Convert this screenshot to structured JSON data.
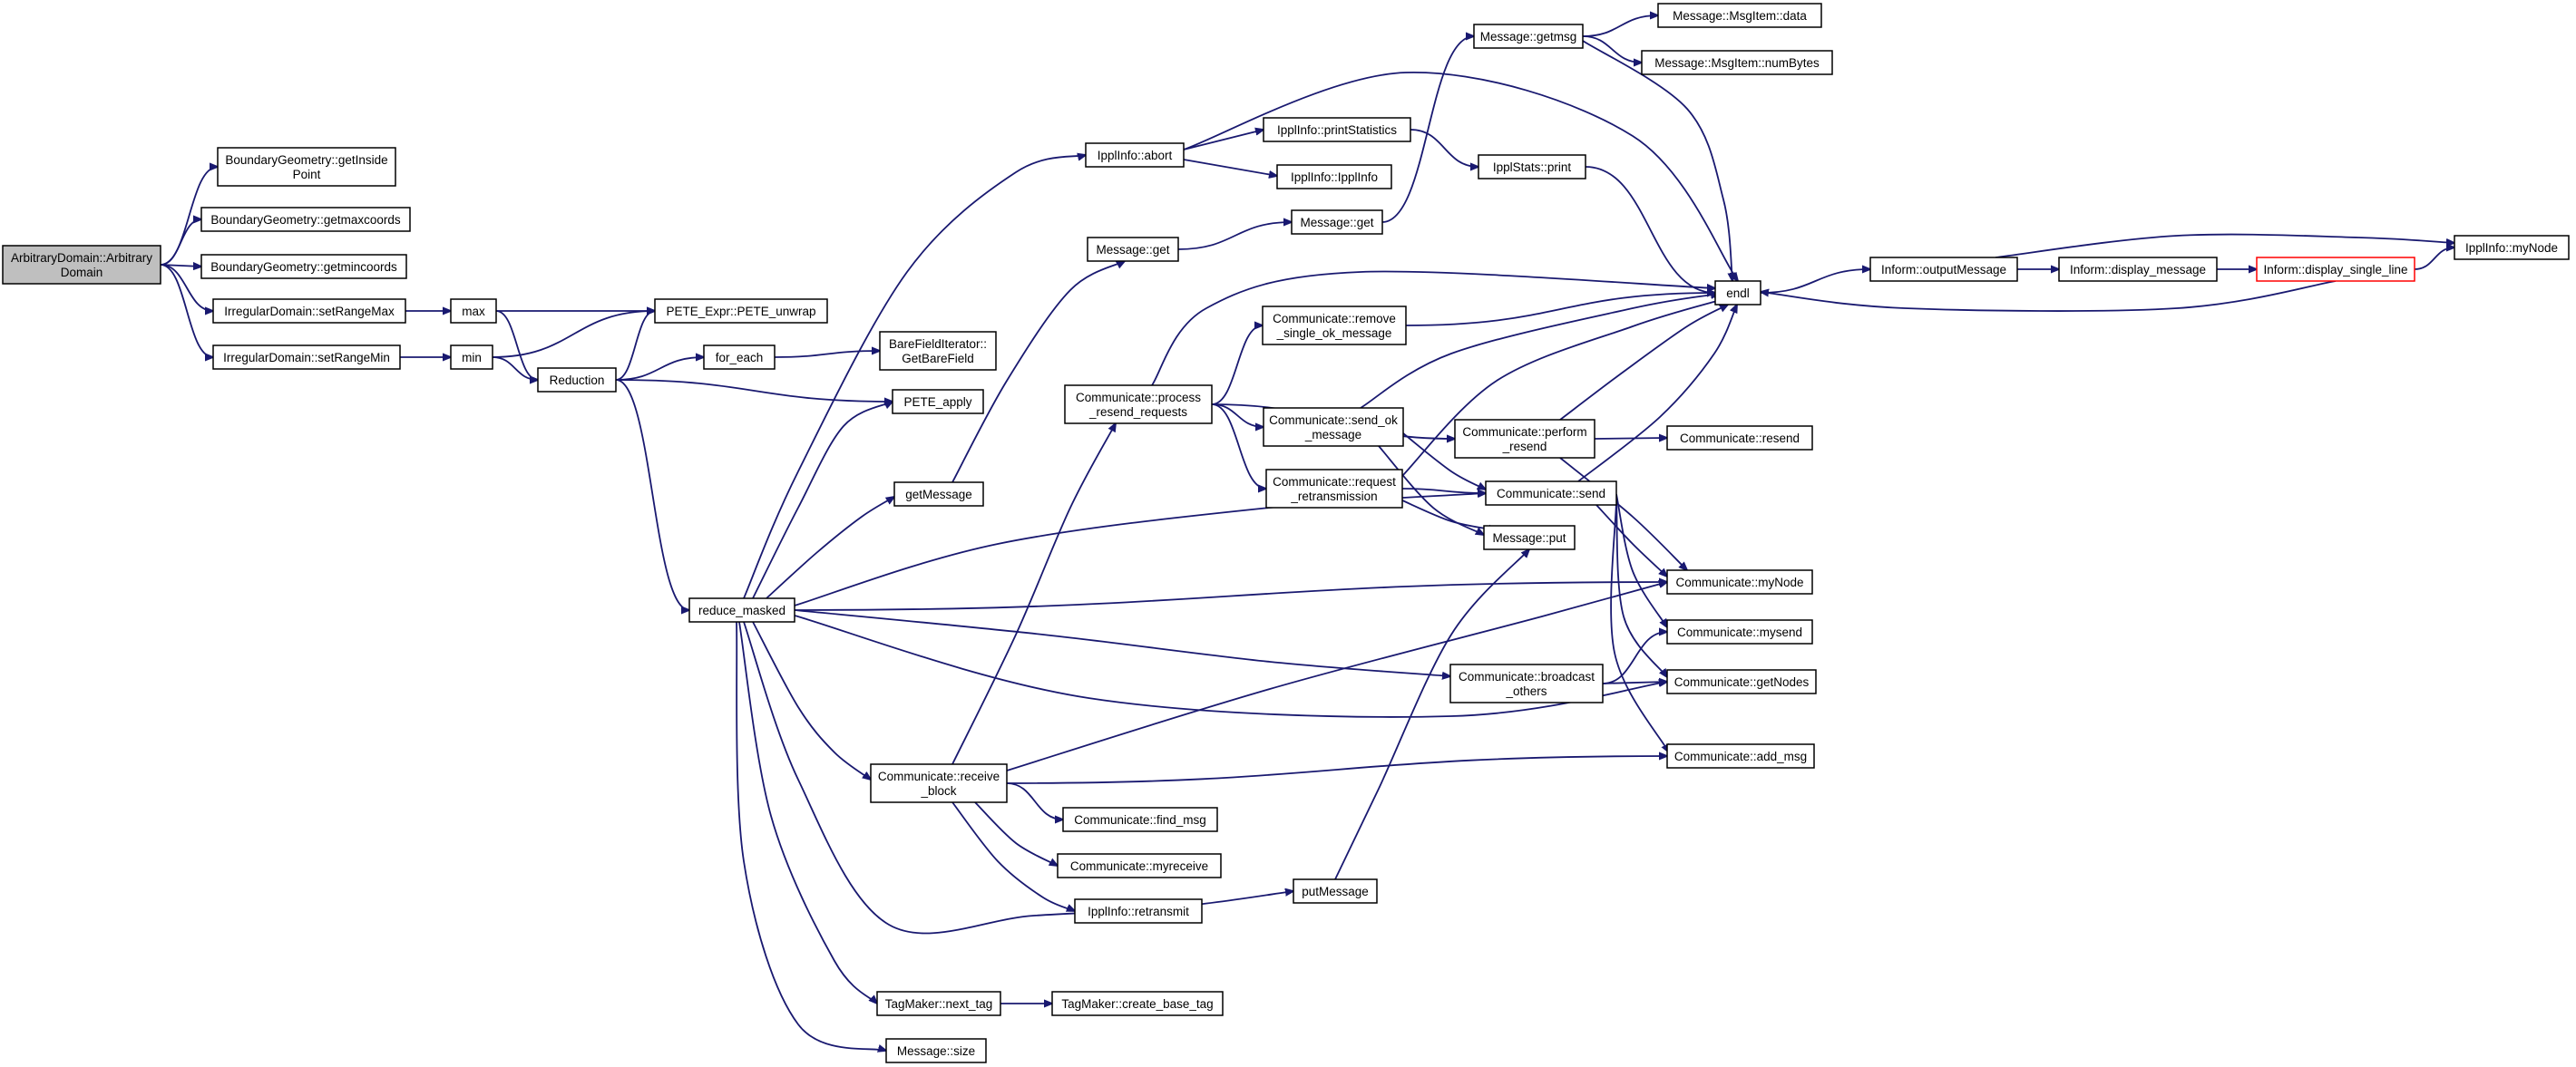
{
  "diagram": {
    "type": "call-graph",
    "edge_color": "#191970",
    "highlight_border_color": "#ff0000",
    "root_fill": "#bfbfbf",
    "nodes": [
      {
        "id": "arbitrary",
        "lines": [
          "ArbitraryDomain::Arbitrary",
          "Domain"
        ],
        "style": "root"
      },
      {
        "id": "getInsidePoint",
        "lines": [
          "BoundaryGeometry::getInside",
          "Point"
        ]
      },
      {
        "id": "getmaxcoords",
        "lines": [
          "BoundaryGeometry::getmaxcoords"
        ]
      },
      {
        "id": "getmincoords",
        "lines": [
          "BoundaryGeometry::getmincoords"
        ]
      },
      {
        "id": "setRangeMax",
        "lines": [
          "IrregularDomain::setRangeMax"
        ]
      },
      {
        "id": "setRangeMin",
        "lines": [
          "IrregularDomain::setRangeMin"
        ]
      },
      {
        "id": "max",
        "lines": [
          "max"
        ]
      },
      {
        "id": "min",
        "lines": [
          "min"
        ]
      },
      {
        "id": "peteUnwrap",
        "lines": [
          "PETE_Expr::PETE_unwrap"
        ]
      },
      {
        "id": "reduction",
        "lines": [
          "Reduction"
        ]
      },
      {
        "id": "forEach",
        "lines": [
          "for_each"
        ]
      },
      {
        "id": "bareField",
        "lines": [
          "BareFieldIterator::",
          "GetBareField"
        ]
      },
      {
        "id": "peteApply",
        "lines": [
          "PETE_apply"
        ]
      },
      {
        "id": "reduceMasked",
        "lines": [
          "reduce_masked"
        ]
      },
      {
        "id": "getMessage",
        "lines": [
          "getMessage"
        ]
      },
      {
        "id": "abort",
        "lines": [
          "IpplInfo::abort"
        ]
      },
      {
        "id": "msgGet",
        "lines": [
          "Message::get"
        ]
      },
      {
        "id": "printStatistics",
        "lines": [
          "IpplInfo::printStatistics"
        ]
      },
      {
        "id": "ipplInfoCtor",
        "lines": [
          "IpplInfo::IpplInfo"
        ]
      },
      {
        "id": "msgGet2",
        "lines": [
          "Message::get"
        ]
      },
      {
        "id": "getmsg",
        "lines": [
          "Message::getmsg"
        ]
      },
      {
        "id": "msgData",
        "lines": [
          "Message::MsgItem::data"
        ]
      },
      {
        "id": "numBytes",
        "lines": [
          "Message::MsgItem::numBytes"
        ]
      },
      {
        "id": "ipplStatsPrint",
        "lines": [
          "IpplStats::print"
        ]
      },
      {
        "id": "endl",
        "lines": [
          "endl"
        ]
      },
      {
        "id": "outputMessage",
        "lines": [
          "Inform::outputMessage"
        ]
      },
      {
        "id": "displayMessage",
        "lines": [
          "Inform::display_message"
        ]
      },
      {
        "id": "displaySingleLine",
        "lines": [
          "Inform::display_single_line"
        ],
        "style": "red"
      },
      {
        "id": "ipplMyNode",
        "lines": [
          "IpplInfo::myNode"
        ]
      },
      {
        "id": "removeSingleOk",
        "lines": [
          "Communicate::remove",
          "_single_ok_message"
        ]
      },
      {
        "id": "processResend",
        "lines": [
          "Communicate::process",
          "_resend_requests"
        ]
      },
      {
        "id": "sendOk",
        "lines": [
          "Communicate::send_ok",
          "_message"
        ]
      },
      {
        "id": "requestRetrans",
        "lines": [
          "Communicate::request",
          "_retransmission"
        ]
      },
      {
        "id": "performResend",
        "lines": [
          "Communicate::perform",
          "_resend"
        ]
      },
      {
        "id": "resend",
        "lines": [
          "Communicate::resend"
        ]
      },
      {
        "id": "send",
        "lines": [
          "Communicate::send"
        ]
      },
      {
        "id": "msgPut",
        "lines": [
          "Message::put"
        ]
      },
      {
        "id": "commMyNode",
        "lines": [
          "Communicate::myNode"
        ]
      },
      {
        "id": "mysend",
        "lines": [
          "Communicate::mysend"
        ]
      },
      {
        "id": "getNodes",
        "lines": [
          "Communicate::getNodes"
        ]
      },
      {
        "id": "broadcastOthers",
        "lines": [
          "Communicate::broadcast",
          "_others"
        ]
      },
      {
        "id": "addMsg",
        "lines": [
          "Communicate::add_msg"
        ]
      },
      {
        "id": "receiveBlock",
        "lines": [
          "Communicate::receive",
          "_block"
        ]
      },
      {
        "id": "findMsg",
        "lines": [
          "Communicate::find_msg"
        ]
      },
      {
        "id": "myreceive",
        "lines": [
          "Communicate::myreceive"
        ]
      },
      {
        "id": "retransmit",
        "lines": [
          "IpplInfo::retransmit"
        ]
      },
      {
        "id": "putMessage",
        "lines": [
          "putMessage"
        ]
      },
      {
        "id": "nextTag",
        "lines": [
          "TagMaker::next_tag"
        ]
      },
      {
        "id": "createBaseTag",
        "lines": [
          "TagMaker::create_base_tag"
        ]
      },
      {
        "id": "msgSize",
        "lines": [
          "Message::size"
        ]
      }
    ],
    "edges": [
      [
        "arbitrary",
        "getInsidePoint"
      ],
      [
        "arbitrary",
        "getmaxcoords"
      ],
      [
        "arbitrary",
        "getmincoords"
      ],
      [
        "arbitrary",
        "setRangeMax"
      ],
      [
        "arbitrary",
        "setRangeMin"
      ],
      [
        "setRangeMax",
        "max"
      ],
      [
        "setRangeMin",
        "min"
      ],
      [
        "max",
        "peteUnwrap"
      ],
      [
        "max",
        "reduction"
      ],
      [
        "min",
        "peteUnwrap"
      ],
      [
        "min",
        "reduction"
      ],
      [
        "reduction",
        "peteUnwrap"
      ],
      [
        "reduction",
        "forEach"
      ],
      [
        "reduction",
        "peteApply"
      ],
      [
        "reduction",
        "reduceMasked"
      ],
      [
        "forEach",
        "bareField"
      ],
      [
        "reduceMasked",
        "abort"
      ],
      [
        "reduceMasked",
        "peteApply"
      ],
      [
        "reduceMasked",
        "getMessage"
      ],
      [
        "reduceMasked",
        "send"
      ],
      [
        "reduceMasked",
        "commMyNode"
      ],
      [
        "reduceMasked",
        "broadcastOthers"
      ],
      [
        "reduceMasked",
        "getNodes"
      ],
      [
        "reduceMasked",
        "receiveBlock"
      ],
      [
        "reduceMasked",
        "putMessage"
      ],
      [
        "reduceMasked",
        "nextTag"
      ],
      [
        "reduceMasked",
        "msgSize"
      ],
      [
        "getMessage",
        "msgGet"
      ],
      [
        "msgGet",
        "msgGet2"
      ],
      [
        "msgGet2",
        "getmsg"
      ],
      [
        "getmsg",
        "msgData"
      ],
      [
        "getmsg",
        "numBytes"
      ],
      [
        "getmsg",
        "endl"
      ],
      [
        "abort",
        "printStatistics"
      ],
      [
        "abort",
        "ipplInfoCtor"
      ],
      [
        "abort",
        "endl"
      ],
      [
        "printStatistics",
        "ipplStatsPrint"
      ],
      [
        "ipplStatsPrint",
        "endl"
      ],
      [
        "endl",
        "outputMessage"
      ],
      [
        "outputMessage",
        "displayMessage"
      ],
      [
        "outputMessage",
        "ipplMyNode"
      ],
      [
        "displayMessage",
        "displaySingleLine"
      ],
      [
        "displaySingleLine",
        "ipplMyNode"
      ],
      [
        "displaySingleLine",
        "endl"
      ],
      [
        "processResend",
        "removeSingleOk"
      ],
      [
        "processResend",
        "sendOk"
      ],
      [
        "processResend",
        "requestRetrans"
      ],
      [
        "processResend",
        "performResend"
      ],
      [
        "processResend",
        "endl"
      ],
      [
        "removeSingleOk",
        "endl"
      ],
      [
        "sendOk",
        "endl"
      ],
      [
        "sendOk",
        "send"
      ],
      [
        "sendOk",
        "msgPut"
      ],
      [
        "requestRetrans",
        "send"
      ],
      [
        "requestRetrans",
        "msgPut"
      ],
      [
        "requestRetrans",
        "endl"
      ],
      [
        "performResend",
        "resend"
      ],
      [
        "performResend",
        "endl"
      ],
      [
        "performResend",
        "commMyNode"
      ],
      [
        "send",
        "endl"
      ],
      [
        "send",
        "commMyNode"
      ],
      [
        "send",
        "mysend"
      ],
      [
        "send",
        "getNodes"
      ],
      [
        "send",
        "addMsg"
      ],
      [
        "broadcastOthers",
        "getNodes"
      ],
      [
        "broadcastOthers",
        "mysend"
      ],
      [
        "receiveBlock",
        "processResend"
      ],
      [
        "receiveBlock",
        "commMyNode"
      ],
      [
        "receiveBlock",
        "addMsg"
      ],
      [
        "receiveBlock",
        "findMsg"
      ],
      [
        "receiveBlock",
        "myreceive"
      ],
      [
        "receiveBlock",
        "retransmit"
      ],
      [
        "putMessage",
        "msgPut"
      ],
      [
        "nextTag",
        "createBaseTag"
      ]
    ]
  }
}
